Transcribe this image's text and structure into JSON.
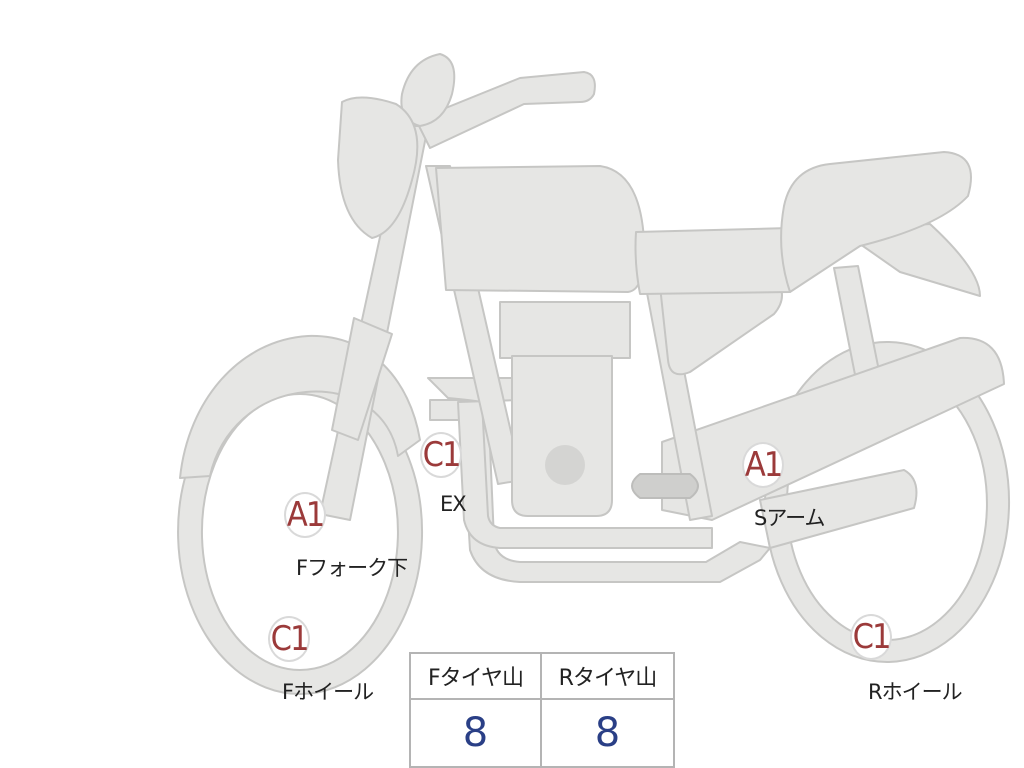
{
  "markers": [
    {
      "grade": "A1",
      "part": "Fフォーク下"
    },
    {
      "grade": "C1",
      "part": "Fホイール"
    },
    {
      "grade": "C1",
      "part": "EX"
    },
    {
      "grade": "A1",
      "part": "Sアーム"
    },
    {
      "grade": "C1",
      "part": "Rホイール"
    }
  ],
  "tire_table": {
    "front_header": "Fタイヤ山",
    "rear_header": "Rタイヤ山",
    "front_value": "8",
    "rear_value": "8"
  },
  "colors": {
    "body_fill": "#e6e6e4",
    "body_stroke": "#c6c6c4",
    "grade_text": "#9b3a3a",
    "value_text": "#2a3f86"
  }
}
